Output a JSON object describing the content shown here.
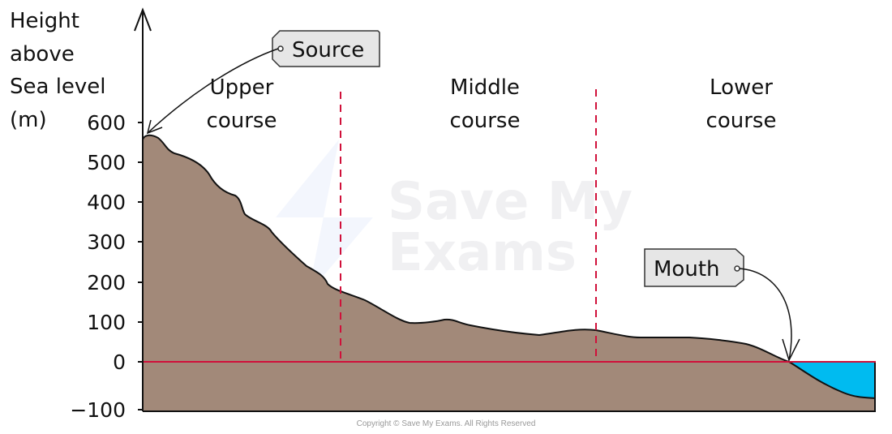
{
  "y_axis": {
    "label_lines": [
      "Height",
      "above",
      "Sea level",
      "(m)"
    ],
    "ticks": [
      "600",
      "500",
      "400",
      "300",
      "200",
      "100",
      "0",
      "−100"
    ],
    "tick_values": [
      600,
      500,
      400,
      300,
      200,
      100,
      0,
      -100
    ]
  },
  "sections": [
    {
      "line1": "Upper",
      "line2": "course"
    },
    {
      "line1": "Middle",
      "line2": "course"
    },
    {
      "line1": "Lower",
      "line2": "course"
    }
  ],
  "callouts": {
    "source": "Source",
    "mouth": "Mouth"
  },
  "watermark": {
    "line1": "Save My",
    "line2": "Exams"
  },
  "copyright": "Copyright © Save My Exams. All Rights Reserved",
  "colors": {
    "land": "#a28979",
    "sea": "#00bbf0",
    "sea_level_line": "#d0103a",
    "divider": "#d0103a",
    "tag_fill": "#e6e6e6"
  }
}
